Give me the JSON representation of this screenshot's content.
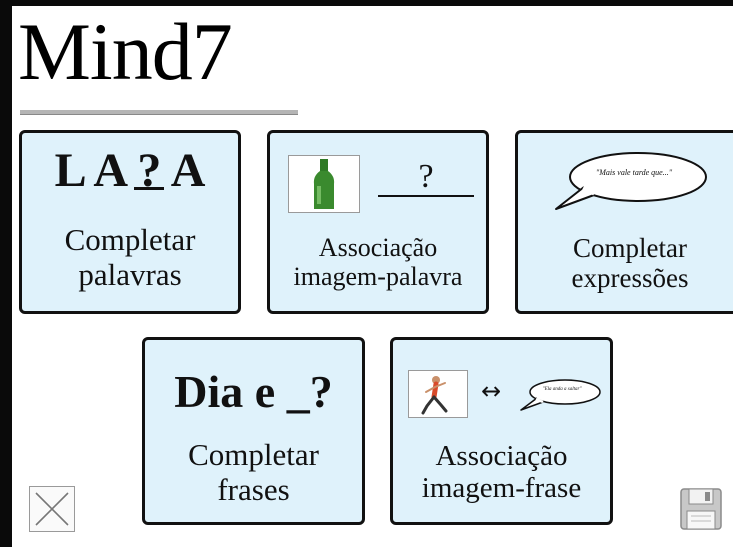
{
  "app": {
    "title": "Mind7"
  },
  "cards": [
    {
      "id": "complete-words",
      "preview_letters": [
        "L",
        "A",
        "?",
        "A"
      ],
      "label_lines": [
        "Completar",
        "palavras"
      ]
    },
    {
      "id": "image-word",
      "preview_blank": "?",
      "preview_image": "bottle-icon",
      "label_lines": [
        "Associação",
        "imagem-palavra"
      ]
    },
    {
      "id": "complete-expressions",
      "preview_bubble": "\"Mais vale tarde que...\"",
      "label_lines": [
        "Completar",
        "expressões"
      ]
    },
    {
      "id": "complete-sentences",
      "preview_phrase": "Dia e _?",
      "label_lines": [
        "Completar",
        "frases"
      ]
    },
    {
      "id": "image-sentence",
      "preview_arrow": "↔",
      "preview_image": "runner-icon",
      "preview_bubble": "\"Ela anda a saltar\"",
      "label_lines": [
        "Associação",
        "imagem-frase"
      ]
    }
  ],
  "colors": {
    "card_background": "#dff2fb",
    "card_border": "#111111",
    "bottle": "#3a8a2e"
  },
  "controls": {
    "close_icon": "close-icon",
    "save_icon": "save-icon"
  }
}
